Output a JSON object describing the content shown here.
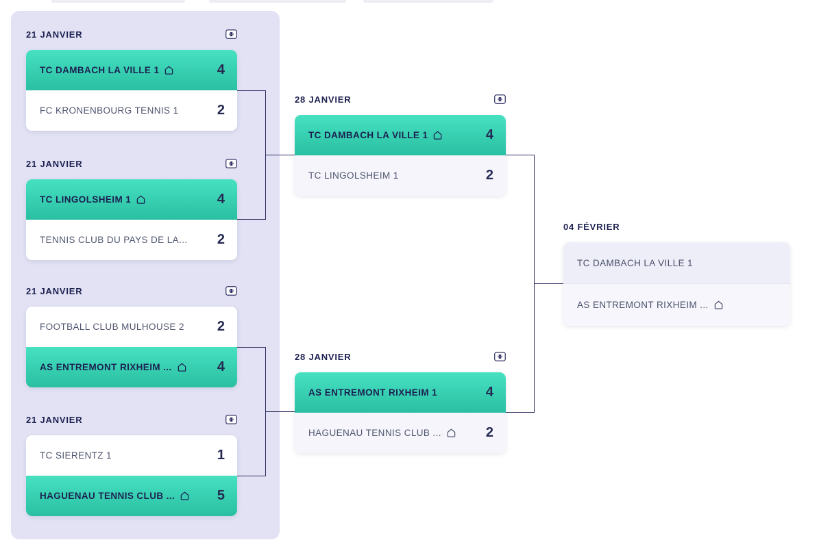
{
  "colors": {
    "winner_teal_top": "#47e1c2",
    "winner_teal_bottom": "#2abfa2",
    "navy_text": "#1e2150",
    "connector_line": "#2e2e62",
    "round1_panel": "#e2e2f4",
    "loser_row_light": "#f5f5fb"
  },
  "icons": {
    "ball_badge": "tennis-ball-badge",
    "home": "home-icon"
  },
  "matches": [
    {
      "date": "21 JANVIER",
      "teams": [
        {
          "name": "TC DAMBACH LA VILLE 1",
          "score": "4"
        },
        {
          "name": "FC KRONENBOURG TENNIS 1",
          "score": "2"
        }
      ]
    },
    {
      "date": "21 JANVIER",
      "teams": [
        {
          "name": "TC LINGOLSHEIM 1",
          "score": "4"
        },
        {
          "name": "TENNIS CLUB DU PAYS DE LA...",
          "score": "2"
        }
      ]
    },
    {
      "date": "21 JANVIER",
      "teams": [
        {
          "name": "FOOTBALL CLUB MULHOUSE 2",
          "score": "2"
        },
        {
          "name": "AS ENTREMONT RIXHEIM ...",
          "score": "4"
        }
      ]
    },
    {
      "date": "21 JANVIER",
      "teams": [
        {
          "name": "TC SIERENTZ 1",
          "score": "1"
        },
        {
          "name": "HAGUENAU TENNIS CLUB ...",
          "score": "5"
        }
      ]
    },
    {
      "date": "28 JANVIER",
      "teams": [
        {
          "name": "TC DAMBACH LA VILLE 1",
          "score": "4"
        },
        {
          "name": "TC LINGOLSHEIM 1",
          "score": "2"
        }
      ]
    },
    {
      "date": "28 JANVIER",
      "teams": [
        {
          "name": "AS ENTREMONT RIXHEIM 1",
          "score": "4"
        },
        {
          "name": "HAGUENAU TENNIS CLUB ...",
          "score": "2"
        }
      ]
    },
    {
      "date": "04 FÉVRIER",
      "teams": [
        {
          "name": "TC DAMBACH LA VILLE 1"
        },
        {
          "name": "AS ENTREMONT RIXHEIM ..."
        }
      ]
    }
  ]
}
